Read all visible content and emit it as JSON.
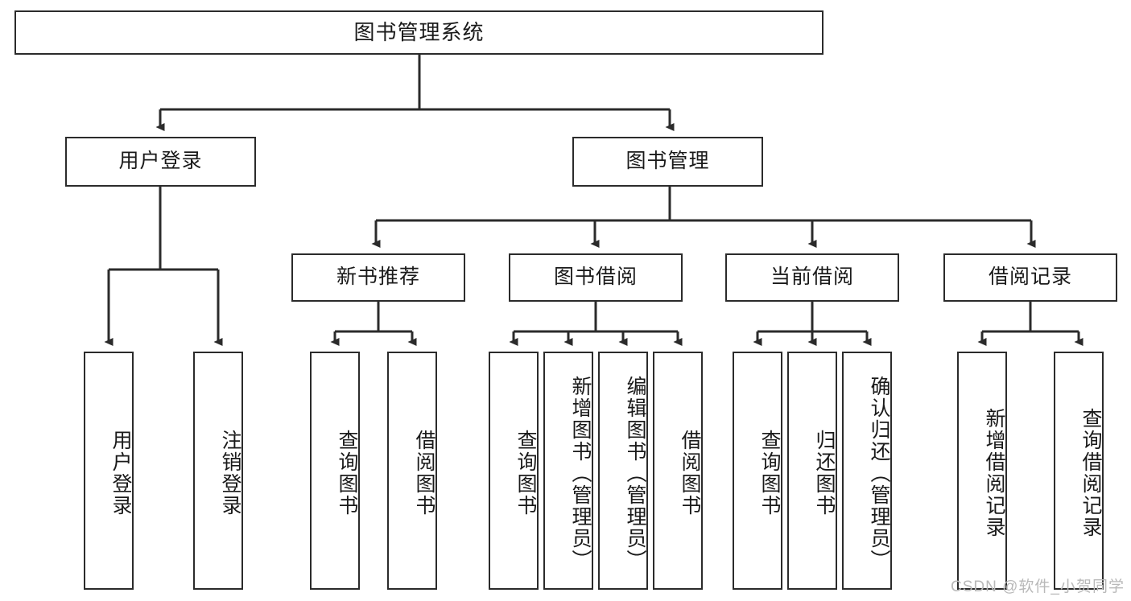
{
  "diagram": {
    "type": "tree",
    "title": "图书管理系统",
    "watermark": "CSDN @软件_小贺同学",
    "colors": {
      "box_border": "#2b2b2b",
      "box_fill": "#ffffff",
      "connector": "#2b2b2b",
      "text": "#1a1a1a",
      "watermark": "#b9b9b9"
    },
    "root": {
      "label": "图书管理系统"
    },
    "level2": [
      {
        "label": "用户登录"
      },
      {
        "label": "图书管理"
      }
    ],
    "level3": [
      {
        "label": "新书推荐"
      },
      {
        "label": "图书借阅"
      },
      {
        "label": "当前借阅"
      },
      {
        "label": "借阅记录"
      }
    ],
    "leaves": {
      "user_login": [
        {
          "label": "用户登录"
        },
        {
          "label": "注销登录"
        }
      ],
      "new_book_rec": [
        {
          "label": "查询图书"
        },
        {
          "label": "借阅图书"
        }
      ],
      "book_borrow": [
        {
          "label": "查询图书"
        },
        {
          "label": "新增图书（管理员）"
        },
        {
          "label": "编辑图书（管理员）"
        },
        {
          "label": "借阅图书"
        }
      ],
      "current_borrow": [
        {
          "label": "查询图书"
        },
        {
          "label": "归还图书"
        },
        {
          "label": "确认归还（管理员）"
        }
      ],
      "borrow_record": [
        {
          "label": "新增借阅记录"
        },
        {
          "label": "查询借阅记录"
        }
      ]
    }
  }
}
